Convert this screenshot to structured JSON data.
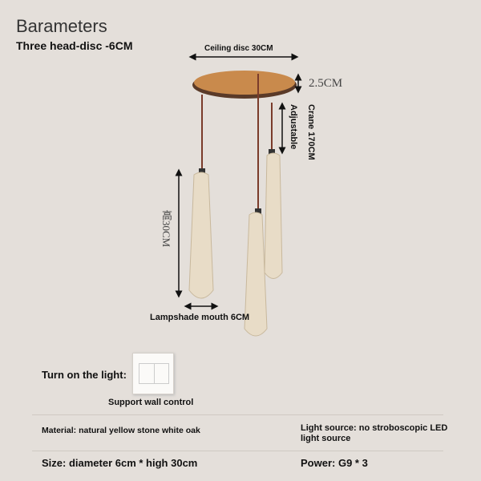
{
  "header": {
    "title": "Barameters",
    "subtitle": "Three head-disc -6CM"
  },
  "dimensions": {
    "ceiling_disc": "Ceiling disc 30CM",
    "disc_thickness": "2.5CM",
    "adjustable": "Adjustable",
    "crane": "Crane 170CM",
    "height": "高30CM",
    "lampshade_mouth": "Lampshade mouth 6CM"
  },
  "switch": {
    "label": "Turn on the light:",
    "caption": "Support wall control"
  },
  "specs": {
    "material": "Material: natural yellow stone white oak",
    "light_source": "Light source: no stroboscopic LED light source",
    "size": "Size: diameter 6cm * high 30cm",
    "power": "Power: G9 * 3"
  }
}
